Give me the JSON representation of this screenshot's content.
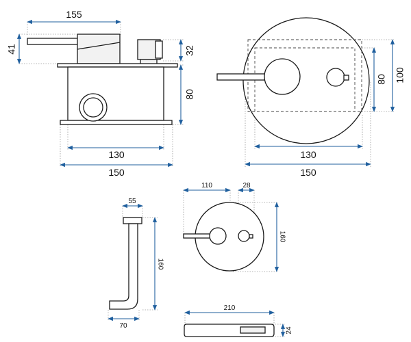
{
  "colors": {
    "dimension": "#1f5f9e",
    "outline": "#1a1a1a",
    "extension": "#9a9a9a"
  },
  "views": {
    "side_view": {
      "dims": {
        "spout_length": "155",
        "handle_height": "41",
        "cartridge_height": "32",
        "box_height": "80",
        "box_inner_width": "130",
        "box_outer_width": "150"
      }
    },
    "front_view": {
      "dims": {
        "box_height": "80",
        "plate_height": "100",
        "box_inner_width": "130",
        "box_outer_width": "150"
      }
    },
    "spout_view": {
      "dims": {
        "top_width": "55",
        "height": "160",
        "base_width": "70"
      }
    },
    "plate_view": {
      "dims": {
        "lever_offset": "110",
        "knob_width": "28",
        "plate_diameter": "160"
      }
    },
    "shower_head_view": {
      "dims": {
        "length": "210",
        "thickness": "24"
      }
    }
  }
}
